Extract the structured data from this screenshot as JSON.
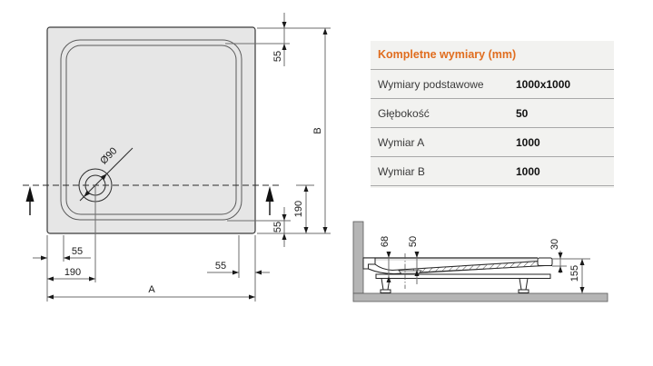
{
  "top_view": {
    "dims": {
      "top_55": "55",
      "b": "B",
      "right_190": "190",
      "right_55": "55",
      "left_55": "55",
      "bottom_190": "190",
      "bottom_55": "55",
      "a": "A",
      "drain_diameter": "Ø90"
    }
  },
  "section_view": {
    "dims": {
      "d68": "68",
      "d50": "50",
      "d30": "30",
      "d155": "155"
    }
  },
  "table": {
    "title": "Kompletne wymiary (mm)",
    "accent_color": "#e06d1f",
    "background_color": "#f2f2f0",
    "rows": [
      {
        "label": "Wymiary podstawowe",
        "value": "1000x1000"
      },
      {
        "label": "Głębokość",
        "value": "50"
      },
      {
        "label": "Wymiar A",
        "value": "1000"
      },
      {
        "label": "Wymiar B",
        "value": "1000"
      }
    ]
  }
}
